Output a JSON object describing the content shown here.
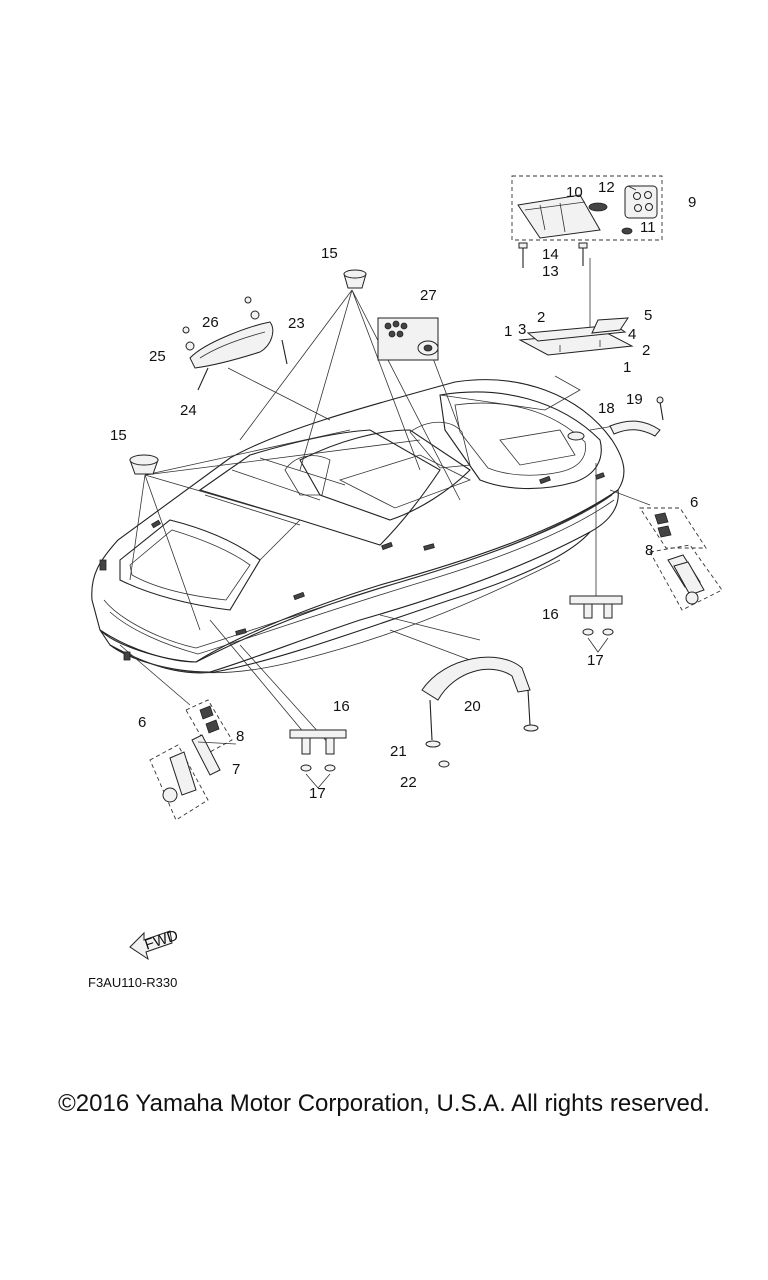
{
  "diagram": {
    "callouts": {
      "c1a": "1",
      "c1b": "1",
      "c2a": "2",
      "c2b": "2",
      "c3": "3",
      "c4": "4",
      "c5": "5",
      "c6a": "6",
      "c6b": "6",
      "c7": "7",
      "c8a": "8",
      "c8b": "8",
      "c9": "9",
      "c10": "10",
      "c11": "11",
      "c12": "12",
      "c13": "13",
      "c14": "14",
      "c15a": "15",
      "c15b": "15",
      "c16a": "16",
      "c16b": "16",
      "c17a": "17",
      "c17b": "17",
      "c18": "18",
      "c19": "19",
      "c20": "20",
      "c21": "21",
      "c22": "22",
      "c23": "23",
      "c24": "24",
      "c25": "25",
      "c26": "26",
      "c27": "27"
    },
    "fwd_label": "FWD",
    "code": "F3AU110-R330"
  },
  "footer": {
    "copyright": "©2016 Yamaha Motor Corporation, U.S.A. All rights reserved."
  }
}
